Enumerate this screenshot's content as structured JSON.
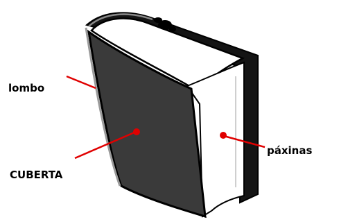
{
  "labels": {
    "spine": "lombo",
    "cover": "CUBERTA",
    "pages": "páxinas"
  },
  "colors": {
    "cover": "#3a3a3a",
    "outline": "#000000",
    "pages": "#ffffff",
    "pointer": "#e00000"
  }
}
